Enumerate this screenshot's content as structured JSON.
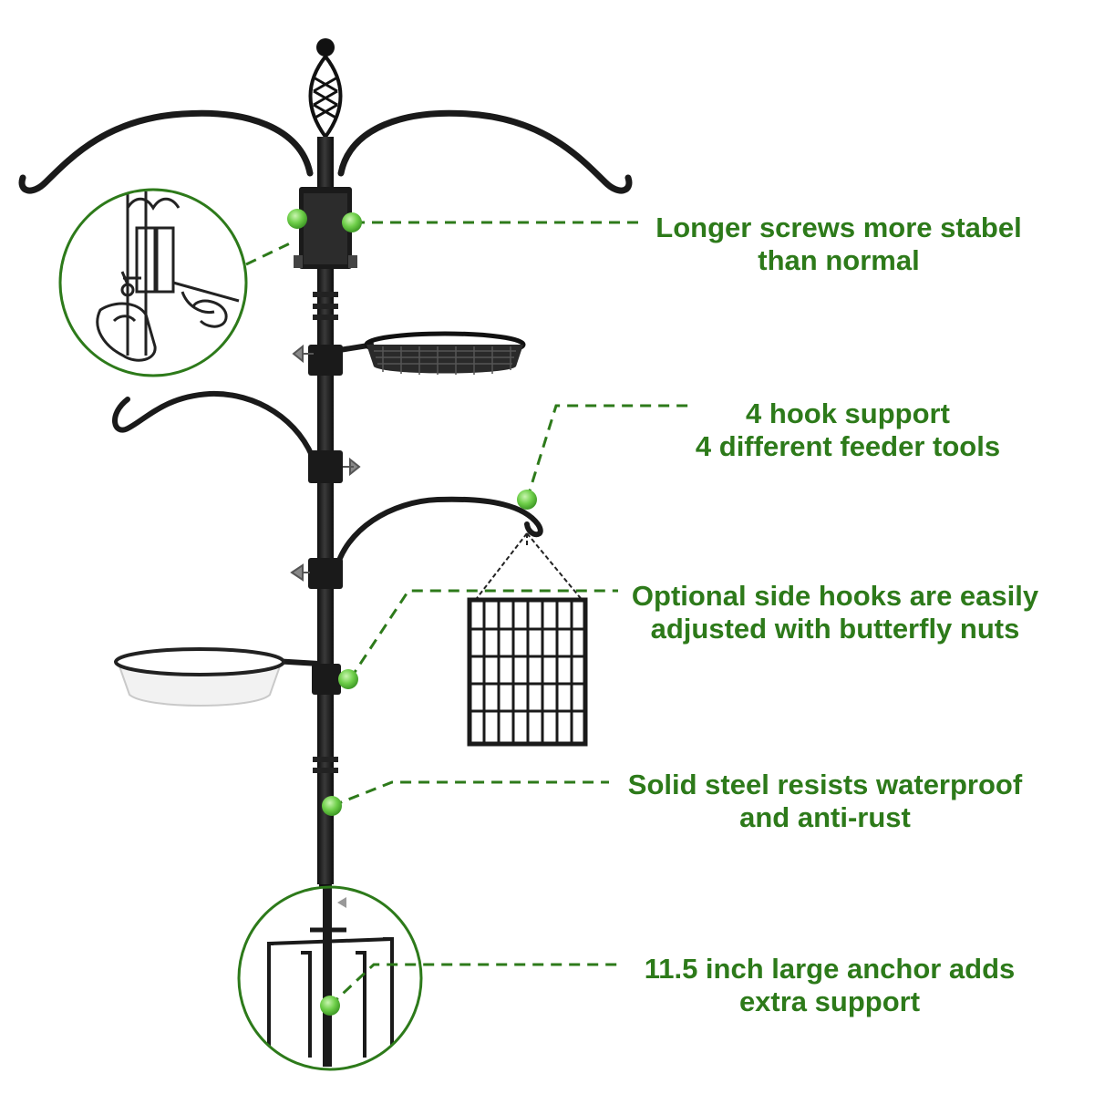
{
  "callouts": {
    "screws": {
      "line1": "Longer screws more stabel",
      "line2": "than normal"
    },
    "hooks": {
      "line1": "4 hook support",
      "line2": "4 different feeder tools"
    },
    "side_hooks": {
      "line1": "Optional side hooks are easily",
      "line2": "adjusted with butterfly nuts"
    },
    "steel": {
      "line1": "Solid steel resists waterproof",
      "line2": "and anti-rust"
    },
    "anchor": {
      "line1": "11.5 inch large anchor adds",
      "line2": "extra support"
    }
  },
  "colors": {
    "accent_text": "#2d7a1a",
    "marker_green": "#7ed957",
    "pole": "#1c1c1c"
  },
  "icons": {
    "screw_detail": "magnified-screw-installation",
    "anchor_detail": "magnified-ground-anchor"
  }
}
